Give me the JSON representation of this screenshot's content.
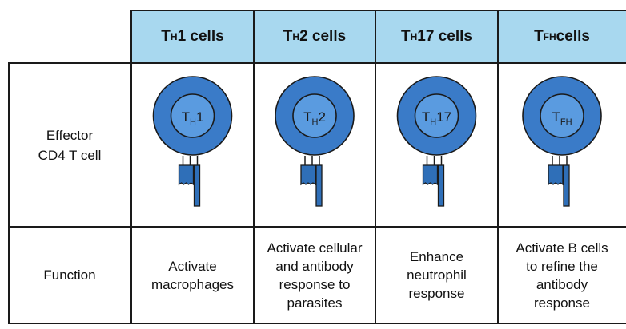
{
  "colors": {
    "header_bg": "#a8d8ef",
    "cell_outer": "#3a7bc8",
    "cell_inner": "#5a9be0",
    "receptor": "#2f6fb8",
    "outline": "#1a1a1a"
  },
  "columns": [
    {
      "main": "T",
      "sub": "H",
      "suffix": "1 cells",
      "cell_main": "T",
      "cell_sub": "H",
      "cell_suffix": "1",
      "function": "Activate\nmacrophages"
    },
    {
      "main": "T",
      "sub": "H",
      "suffix": "2 cells",
      "cell_main": "T",
      "cell_sub": "H",
      "cell_suffix": "2",
      "function": "Activate cellular\nand antibody\nresponse to\nparasites"
    },
    {
      "main": "T",
      "sub": "H",
      "suffix": "17 cells",
      "cell_main": "T",
      "cell_sub": "H",
      "cell_suffix": "17",
      "function": "Enhance\nneutrophil\nresponse"
    },
    {
      "main": "T",
      "sub": "FH",
      "suffix": " cells",
      "cell_main": "T",
      "cell_sub": "FH",
      "cell_suffix": "",
      "function": "Activate B cells\nto refine the\nantibody\nresponse"
    }
  ],
  "rows": {
    "effector_label": "Effector\nCD4 T cell",
    "function_label": "Function"
  }
}
